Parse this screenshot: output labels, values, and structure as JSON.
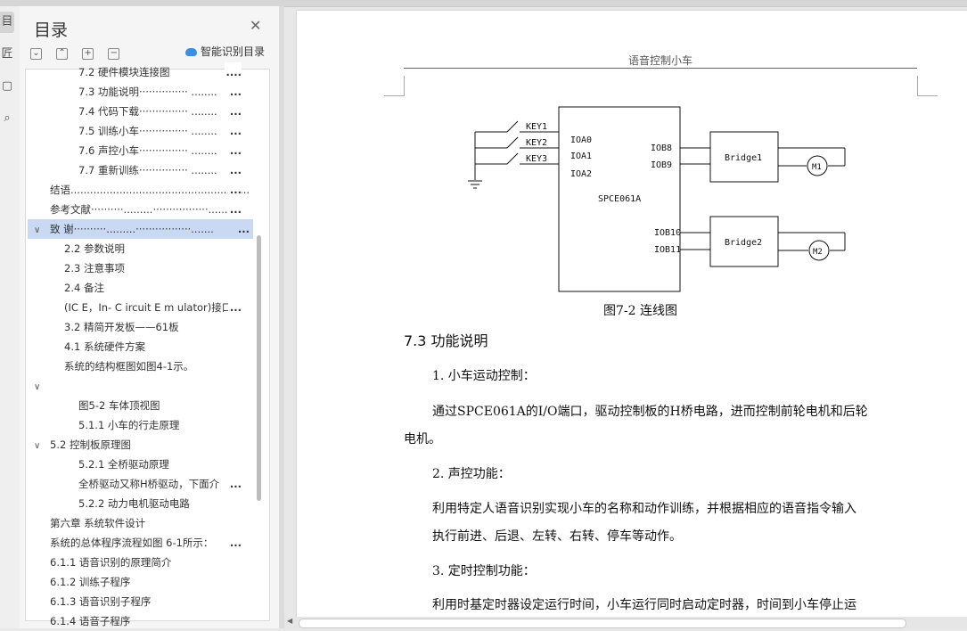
{
  "sidebar": {
    "title": "目录",
    "smart_toc": "智能识别目录",
    "items": [
      {
        "text": "7.2  硬件模块连接图",
        "dots": "....",
        "indent": 3
      },
      {
        "text": "7.3   功能说明··············· ........",
        "dots": "...",
        "indent": 3
      },
      {
        "text": "7.4   代码下载··············· ........",
        "dots": "...",
        "indent": 3
      },
      {
        "text": "7.5   训练小车··············· ........",
        "dots": "...",
        "indent": 3
      },
      {
        "text": "7.6   声控小车··············· ........",
        "dots": "...",
        "indent": 3
      },
      {
        "text": "7.7   重新训练··············· ........",
        "dots": "...",
        "indent": 3
      },
      {
        "text": "结语.......................................................",
        "dots": "...",
        "indent": 1
      },
      {
        "text": "参考文献··········.........·················.......",
        "dots": "...",
        "indent": 1
      },
      {
        "text": "致  谢··········.........·················.......",
        "dots": "...",
        "indent": 1,
        "expanded": true,
        "selected": true
      },
      {
        "text": "2.2  参数说明",
        "indent": 2
      },
      {
        "text": "2.3  注意事项",
        "indent": 2
      },
      {
        "text": "2.4  备注",
        "indent": 2
      },
      {
        "text": "(IC E，In- C ircuit E m ulator)接口",
        "dots": "...",
        "indent": 2
      },
      {
        "text": "3.2   精简开发板——61板",
        "indent": 2
      },
      {
        "text": "4.1   系统硬件方案",
        "indent": 2
      },
      {
        "text": "系统的结构框图如图4-1示。",
        "indent": 2
      },
      {
        "text": "",
        "indent": 1,
        "expanded": true
      },
      {
        "text": "图5-2    车体顶视图",
        "indent": 3
      },
      {
        "text": "5.1.1   小车的行走原理",
        "indent": 3
      },
      {
        "text": "5.2   控制板原理图",
        "indent": 1,
        "expanded": true
      },
      {
        "text": "5.2.1   全桥驱动原理",
        "indent": 3
      },
      {
        "text": "全桥驱动又称H桥驱动，下面介",
        "dots": "...",
        "indent": 3
      },
      {
        "text": "5.2.2   动力电机驱动电路",
        "indent": 3
      },
      {
        "text": "第六章    系统软件设计",
        "indent": 1
      },
      {
        "text": "系统的总体程序流程如图  6-1所示：",
        "dots": "...",
        "indent": 1
      },
      {
        "text": "6.1.1   语音识别的原理简介",
        "indent": 1
      },
      {
        "text": "6.1.2   训练子程序",
        "indent": 1
      },
      {
        "text": "6.1.3   语音识别子程序",
        "indent": 1
      },
      {
        "text": "6.1.4  语音子程序",
        "indent": 1
      }
    ]
  },
  "rail": {
    "icons": [
      "目",
      "匠",
      "▢",
      "⌕"
    ]
  },
  "document": {
    "header": "语音控制小车",
    "circuit": {
      "keys": [
        "KEY1",
        "KEY2",
        "KEY3"
      ],
      "pins_in": [
        "IOA0",
        "IOA1",
        "IOA2"
      ],
      "chip": "SPCE061A",
      "pins_out_top": [
        "IOB8",
        "IOB9"
      ],
      "pins_out_bottom": [
        "IOB10",
        "IOB11"
      ],
      "bridge1": "Bridge1",
      "bridge2": "Bridge2",
      "motor1": "M1",
      "motor2": "M2"
    },
    "figure_caption": "图7-2    连线图",
    "section_heading": "7.3  功能说明",
    "p1_title": "1. 小车运动控制：",
    "p1_line1": "通过SPCE061A的I/O端口，驱动控制板的H桥电路，进而控制前轮电机和后轮",
    "p1_line2": "电机。",
    "p2_title": "2. 声控功能：",
    "p2_line1": "利用特定人语音识别实现小车的名称和动作训练，并根据相应的语音指令输入",
    "p2_line2": "执行前进、后退、左转、右转、停车等动作。",
    "p3_title": "3. 定时控制功能：",
    "p3_line1": "利用时基定时器设定运行时间，小车运行同时启动定时器，时间到小车停止运"
  }
}
